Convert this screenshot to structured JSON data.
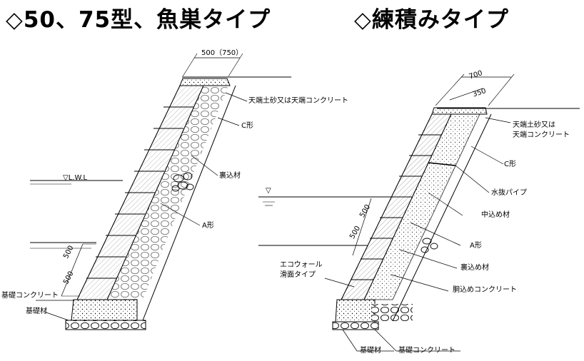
{
  "titles": {
    "left": "◇50、75型、魚巣タイプ",
    "right": "◇練積みタイプ"
  },
  "left_diagram": {
    "dim_top": "500（750）",
    "dim_500_a": "500",
    "dim_500_b": "500",
    "water_level": "▽L.W.L",
    "labels": {
      "crown": "天端土砂又は天端コンクリート",
      "c_shape": "C形",
      "backfill": "裏込材",
      "a_shape": "A形",
      "base_concrete": "基礎コンクリート",
      "base_material": "基礎材"
    }
  },
  "right_diagram": {
    "dim_700": "700",
    "dim_350": "350",
    "dim_500_a": "500",
    "dim_500_b": "500",
    "water_level": "▽",
    "labels": {
      "crown_line1": "天端土砂又は",
      "crown_line2": "天端コンクリート",
      "c_shape": "C形",
      "drain_pipe": "水抜パイプ",
      "middle_fill": "中込め材",
      "a_shape": "A形",
      "back_fill": "裏込め材",
      "body_concrete": "胴込めコンクリート",
      "eco_wall_line1": "エコウォール",
      "eco_wall_line2": "滑面タイプ",
      "base_material": "基礎材",
      "base_concrete": "基礎コンクリート"
    }
  }
}
